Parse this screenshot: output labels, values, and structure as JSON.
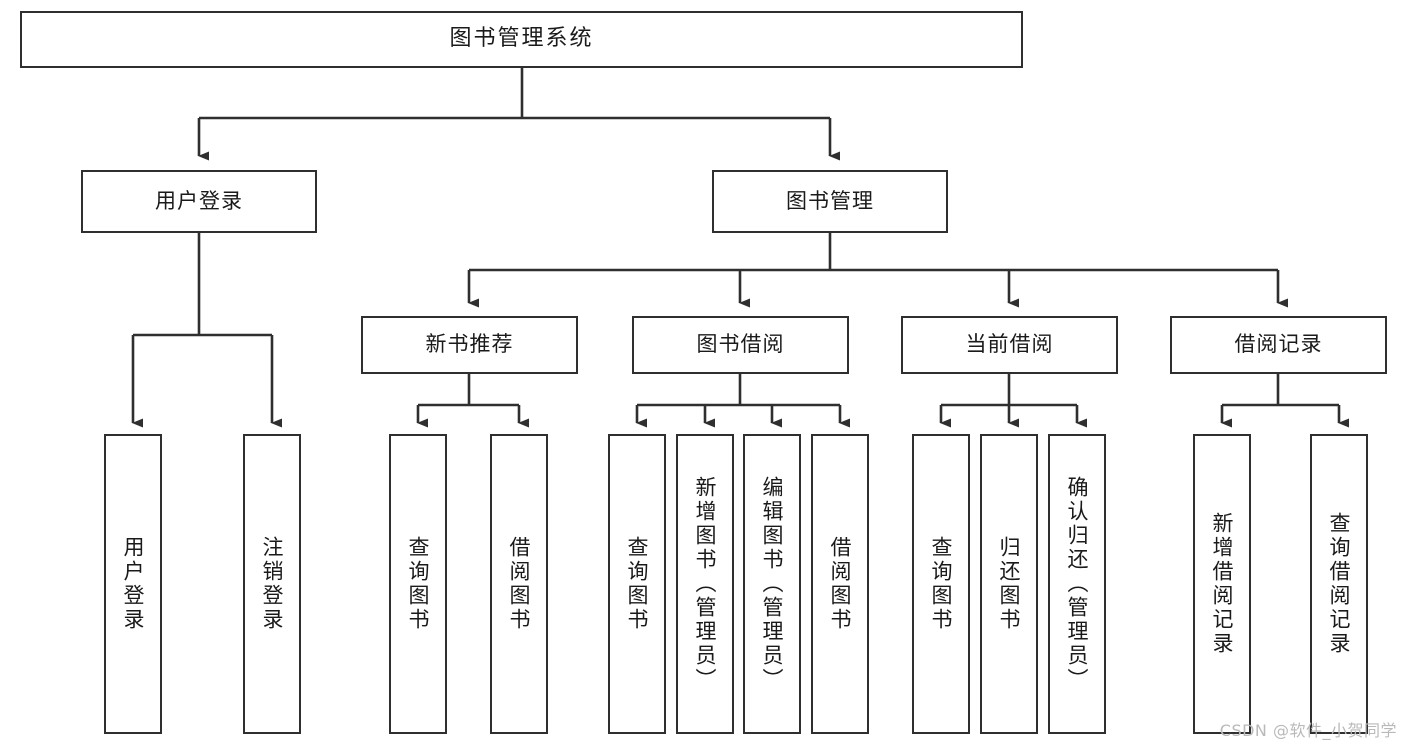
{
  "diagram": {
    "type": "tree-hierarchy-flowchart",
    "title": "图书管理系统",
    "level2": [
      {
        "key": "user_login",
        "label": "用户登录"
      },
      {
        "key": "book_manage",
        "label": "图书管理"
      }
    ],
    "level3": [
      {
        "key": "new_book_rec",
        "label": "新书推荐",
        "parent": "book_manage"
      },
      {
        "key": "book_borrow",
        "label": "图书借阅",
        "parent": "book_manage"
      },
      {
        "key": "current_borrow",
        "label": "当前借阅",
        "parent": "book_manage"
      },
      {
        "key": "borrow_record",
        "label": "借阅记录",
        "parent": "book_manage"
      }
    ],
    "leaves": {
      "user_login": [
        {
          "key": "login",
          "label": "用户登录"
        },
        {
          "key": "logout",
          "label": "注销登录"
        }
      ],
      "new_book_rec": [
        {
          "key": "query_book_1",
          "label": "查询图书"
        },
        {
          "key": "borrow_book_1",
          "label": "借阅图书"
        }
      ],
      "book_borrow": [
        {
          "key": "query_book_2",
          "label": "查询图书"
        },
        {
          "key": "add_book",
          "label": "新增图书（管理员）"
        },
        {
          "key": "edit_book",
          "label": "编辑图书（管理员）"
        },
        {
          "key": "borrow_book_2",
          "label": "借阅图书"
        }
      ],
      "current_borrow": [
        {
          "key": "query_book_3",
          "label": "查询图书"
        },
        {
          "key": "return_book",
          "label": "归还图书"
        },
        {
          "key": "confirm_return",
          "label": "确认归还（管理员）"
        }
      ],
      "borrow_record": [
        {
          "key": "add_record",
          "label": "新增借阅记录"
        },
        {
          "key": "query_record",
          "label": "查询借阅记录"
        }
      ]
    },
    "watermark": "CSDN @软件_小贺同学",
    "colors": {
      "stroke": "#2f2f2f",
      "fill": "#ffffff",
      "text": "#1a1a1a",
      "watermark": "#b9b9b9"
    }
  }
}
